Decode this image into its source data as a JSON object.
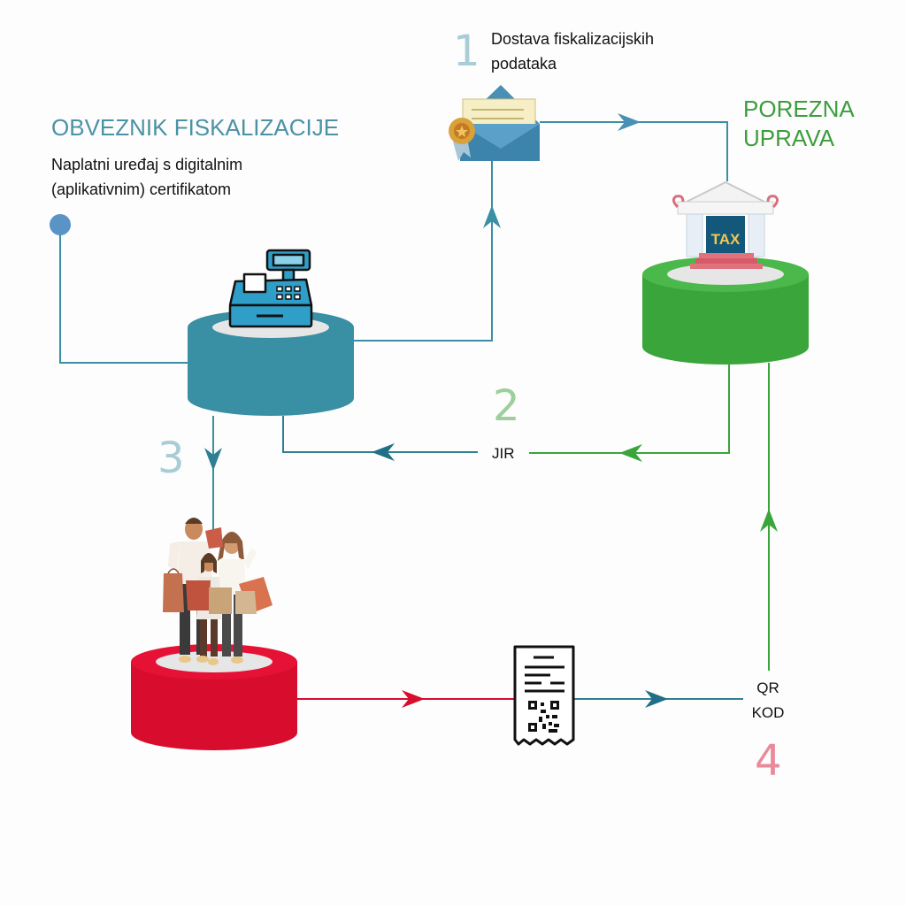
{
  "step1": {
    "number": "1",
    "label": "Dostava fiskalizacijskih podataka",
    "label_line1": "Dostava fiskalizacijskih",
    "label_line2": "podataka"
  },
  "obveznik": {
    "title": "OBVEZNIK FISKALIZACIJE",
    "description_line1": "Naplatni uređaj s digitalnim",
    "description_line2": "(aplikativnim) certifikatom"
  },
  "porezna": {
    "title_line1": "POREZNA",
    "title_line2": "UPRAVA",
    "badge": "TAX"
  },
  "step2": {
    "number": "2",
    "label": "JIR"
  },
  "step3": {
    "number": "3"
  },
  "step4": {
    "number": "4",
    "label_line1": "QR",
    "label_line2": "KOD"
  },
  "colors": {
    "teal": "#398fa3",
    "teal_dark": "#2f7f92",
    "green": "#3aa53a",
    "red": "#d80d2e",
    "title_teal": "#4b92a6",
    "title_green": "#3d9d3d",
    "num_teal": "#a9cdd6",
    "num_green": "#9ccf9c",
    "num_red": "#e9899a"
  },
  "icons": [
    "envelope-certificate-icon",
    "cash-register-icon",
    "tax-building-icon",
    "shoppers-family-icon",
    "qr-receipt-icon",
    "start-dot-icon"
  ]
}
